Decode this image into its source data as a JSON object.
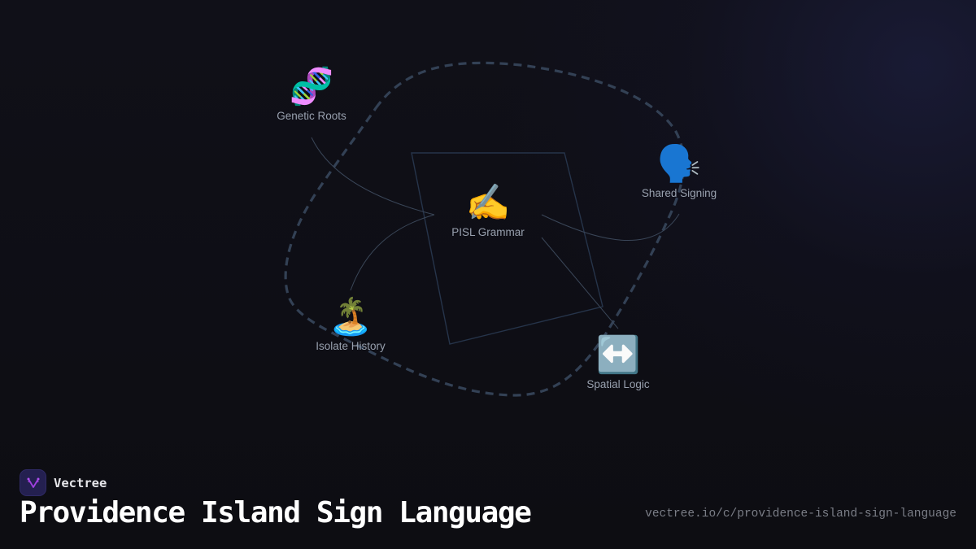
{
  "brand": {
    "name": "Vectree",
    "logo_icon": "vectree-fork-icon",
    "logo_bg": "#242050",
    "logo_color": "#a040e0"
  },
  "title": "Providence Island Sign Language",
  "url": "vectree.io/c/providence-island-sign-language",
  "colors": {
    "background": "#0e0e14",
    "dashed_outline": "#334155",
    "edge": "#3a4658",
    "quad": "#26344a",
    "label": "#98a0ae"
  },
  "diagram": {
    "center": {
      "id": "pisl-grammar",
      "label": "PISL Grammar",
      "emoji": "✍️",
      "icon": "writing-hand-icon"
    },
    "nodes": [
      {
        "id": "genetic-roots",
        "label": "Genetic Roots",
        "emoji": "🧬",
        "icon": "dna-icon"
      },
      {
        "id": "shared-signing",
        "label": "Shared Signing",
        "emoji": "🗣️",
        "icon": "speaking-head-icon"
      },
      {
        "id": "isolate-history",
        "label": "Isolate History",
        "emoji": "🏝️",
        "icon": "desert-island-icon"
      },
      {
        "id": "spatial-logic",
        "label": "Spatial Logic",
        "emoji": "↔️",
        "icon": "left-right-arrow-icon"
      }
    ],
    "edges": [
      {
        "from": "genetic-roots",
        "to": "pisl-grammar"
      },
      {
        "from": "isolate-history",
        "to": "pisl-grammar"
      },
      {
        "from": "pisl-grammar",
        "to": "shared-signing"
      },
      {
        "from": "pisl-grammar",
        "to": "spatial-logic"
      }
    ]
  }
}
